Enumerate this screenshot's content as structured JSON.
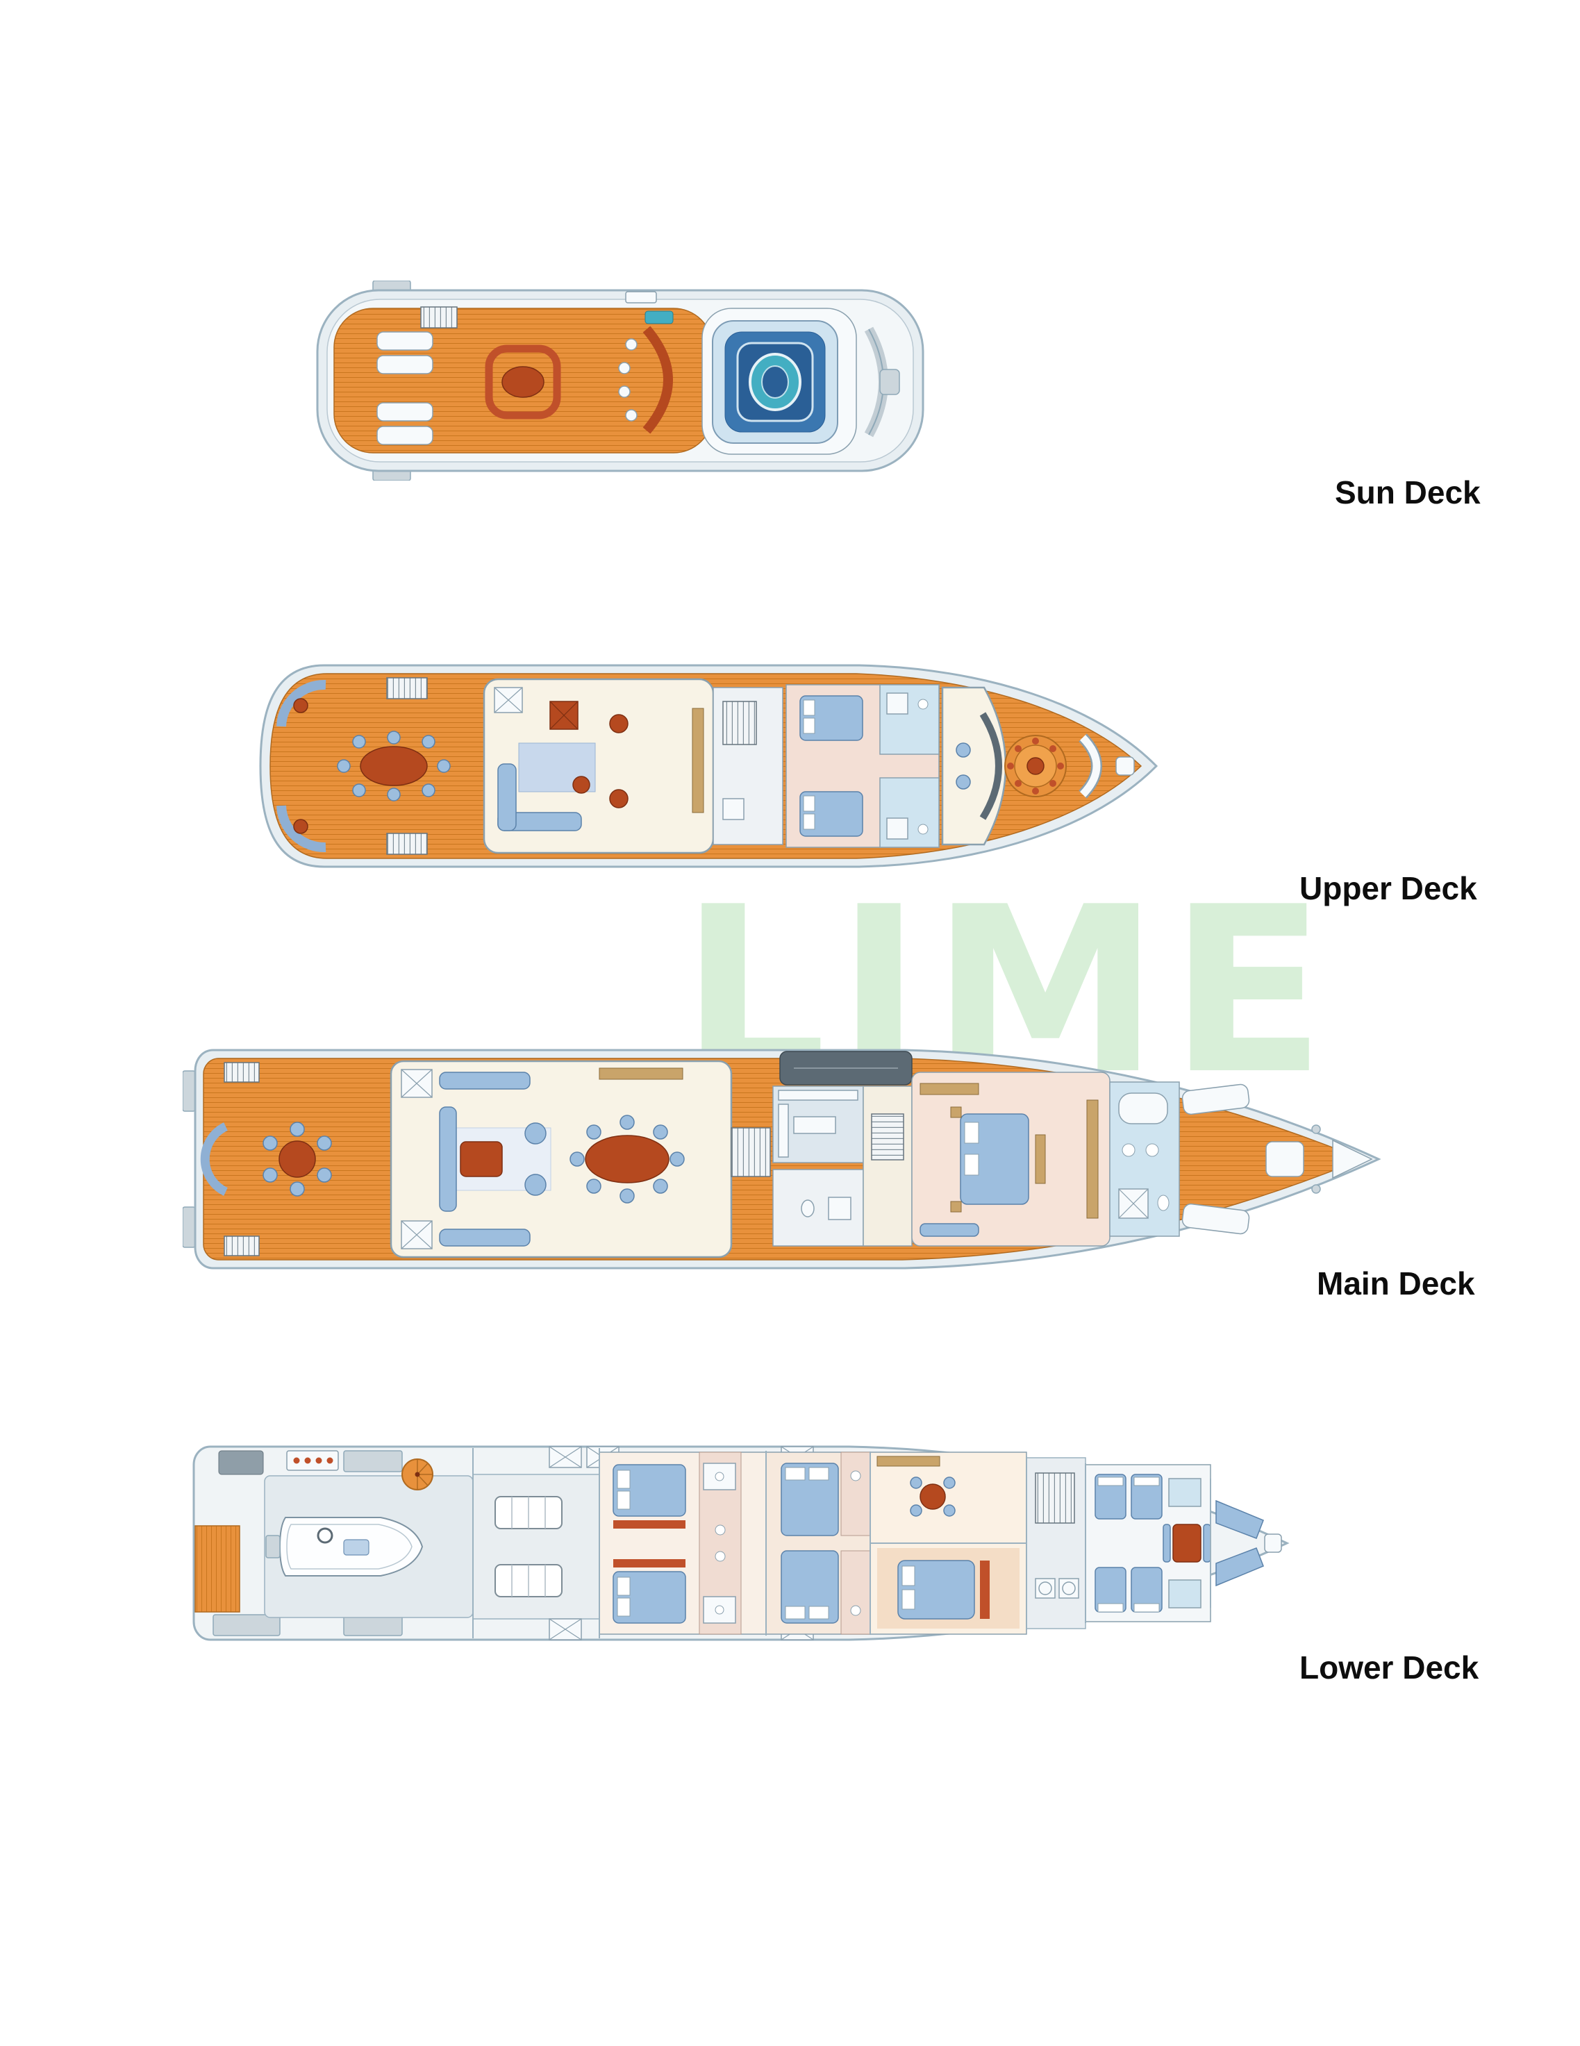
{
  "page": {
    "background_color": "#ffffff",
    "description": "Yacht general arrangement deck plans, four decks stacked vertically"
  },
  "watermark": {
    "text": "LIME",
    "color": "#d8efd8"
  },
  "decks": [
    {
      "id": "sun-deck",
      "label": "Sun Deck",
      "features": [
        "spa-pool",
        "sun-loungers",
        "bar-with-stools",
        "lounge-seating",
        "aft-stairs",
        "radar-arch"
      ]
    },
    {
      "id": "upper-deck",
      "label": "Upper Deck",
      "features": [
        "aft-deck-dining-table",
        "corner-sofas",
        "sky-lounge",
        "guest-cabins",
        "pantry-stairs",
        "bow-round-settee"
      ]
    },
    {
      "id": "main-deck",
      "label": "Main Deck",
      "features": [
        "aft-deck-seating",
        "main-salon",
        "formal-dining-table",
        "galley",
        "lobby-stairs",
        "master-suite",
        "master-bathroom",
        "foredeck-sun-pads"
      ]
    },
    {
      "id": "lower-deck",
      "label": "Lower Deck",
      "features": [
        "swim-platform",
        "tender-garage",
        "engine-room",
        "guest-cabins",
        "vip-cabin",
        "stairs-laundry",
        "crew-quarters",
        "crew-mess",
        "bow-berths"
      ]
    }
  ],
  "palette": {
    "teak": "#e8913c",
    "teak_seam": "#c9761f",
    "hull_fill": "#e7eef2",
    "hull_stroke": "#9bb2c0",
    "cream_floor": "#f8f3e6",
    "cabin_floor": "#f6e8de",
    "furniture_blue": "#9dbede",
    "furniture_blue_stroke": "#5b82aa",
    "rust": "#b5491f",
    "pool_blue": "#2e6fae",
    "pool_teal": "#43aec2",
    "slate": "#5c6a74"
  }
}
